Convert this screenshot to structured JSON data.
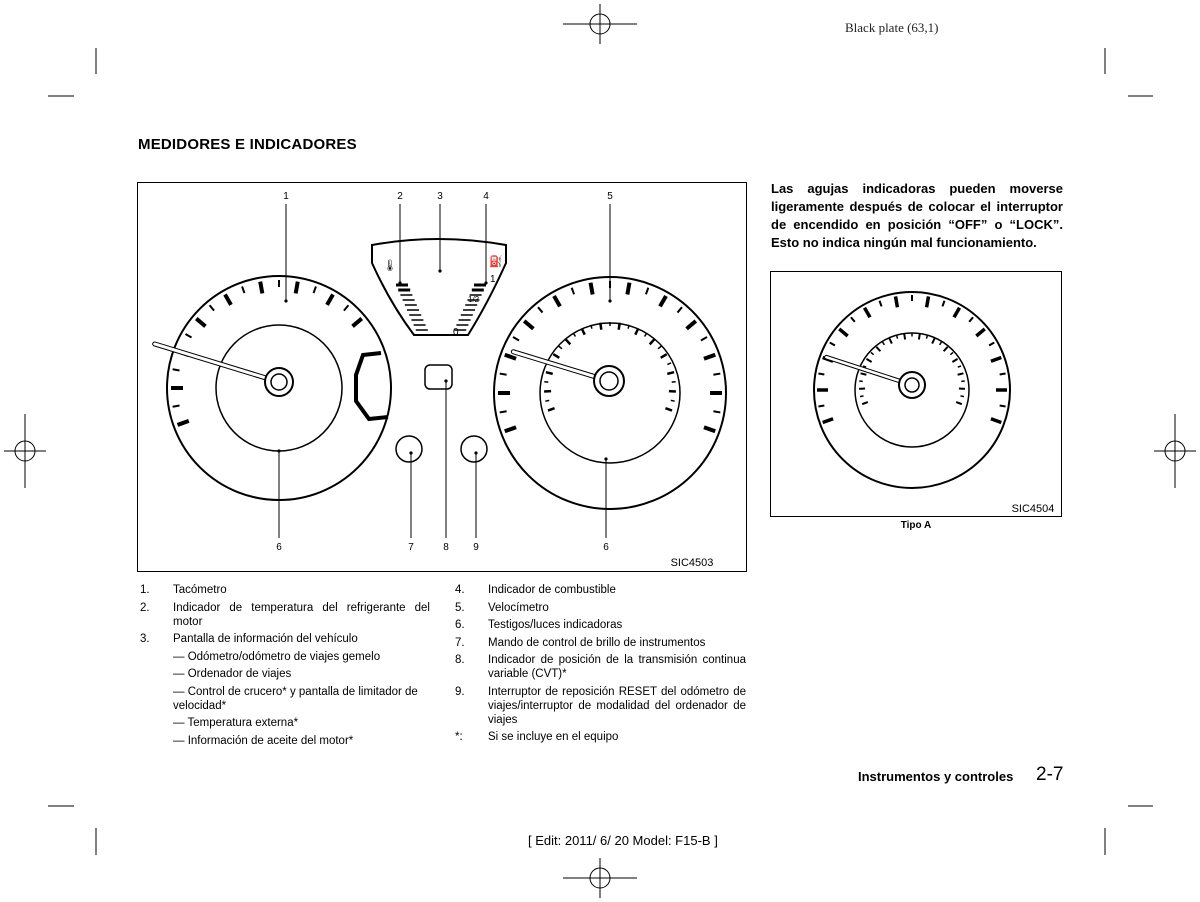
{
  "header": {
    "plate": "Black plate (63,1)"
  },
  "section_title": "MEDIDORES E INDICADORES",
  "note": "Las agujas indicadoras pueden moverse ligeramente después de colocar el interruptor de encendido en posición “OFF” o “LOCK”. Esto no indica ningún mal funcionamiento.",
  "figure_main": {
    "code": "SIC4503",
    "callouts": [
      "1",
      "2",
      "3",
      "4",
      "5",
      "6",
      "6",
      "7",
      "8",
      "9"
    ],
    "fuel_marks": {
      "full": "1",
      "half": "1/2",
      "empty": "0"
    }
  },
  "figure_side": {
    "code": "SIC4504",
    "caption": "Tipo A"
  },
  "legend_left": [
    {
      "num": "1.",
      "text": "Tacómetro"
    },
    {
      "num": "2.",
      "text": "Indicador de temperatura del refrigerante del motor"
    },
    {
      "num": "3.",
      "text": "Pantalla de información del vehículo",
      "subs": [
        "— Odómetro/odómetro de viajes gemelo",
        "— Ordenador de viajes",
        "— Control de crucero* y pantalla de limitador de velocidad*",
        "— Temperatura externa*",
        "— Información de aceite del motor*"
      ]
    }
  ],
  "legend_right": [
    {
      "num": "4.",
      "text": "Indicador de combustible"
    },
    {
      "num": "5.",
      "text": "Velocímetro"
    },
    {
      "num": "6.",
      "text": "Testigos/luces indicadoras"
    },
    {
      "num": "7.",
      "text": "Mando de control de brillo de instrumentos"
    },
    {
      "num": "8.",
      "text": "Indicador de posición de la transmisión continua variable (CVT)*"
    },
    {
      "num": "9.",
      "text": "Interruptor de reposición RESET del odómetro de viajes/interruptor de modalidad del ordenador de viajes"
    },
    {
      "num": "*:",
      "text": "Si se incluye en el equipo"
    }
  ],
  "footer": {
    "section": "Instrumentos y controles",
    "page": "2-7",
    "edit": "[ Edit: 2011/ 6/ 20   Model:  F15-B ]"
  }
}
